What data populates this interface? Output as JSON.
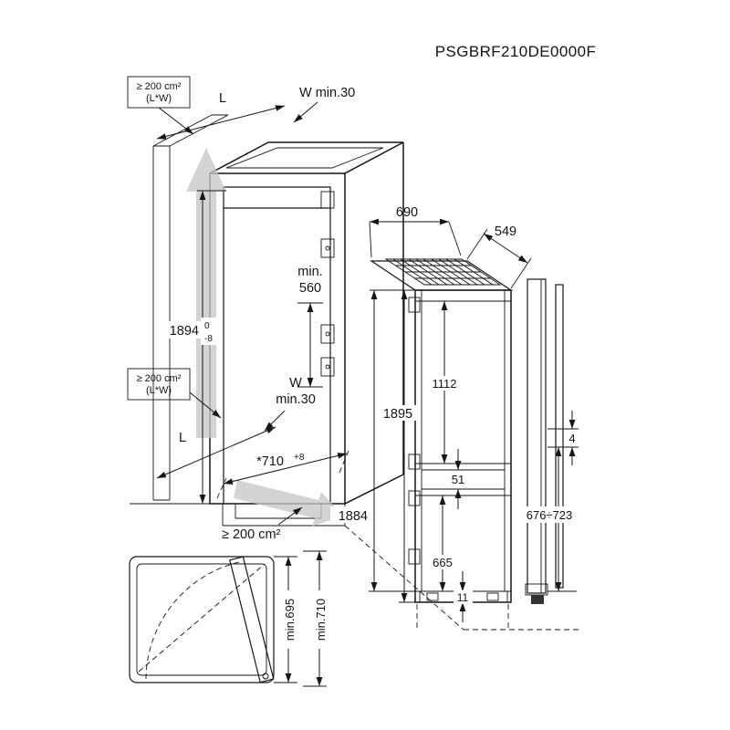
{
  "title": "PSGBRF210DE0000F",
  "colors": {
    "line": "#161616",
    "airflow_arrow": "#c6c6c6"
  },
  "ventilation": {
    "top_area_line1": "≥ 200 cm²",
    "top_area_line2": "(L*W)",
    "mid_area_line1": "≥ 200 cm²",
    "mid_area_line2": "(L*W)",
    "bottom_area": "≥ 200 cm²",
    "depth_label_top": "L",
    "depth_label_bottom": "L",
    "wall_gap_top": "W min.30",
    "wall_gap_mid_line1": "W",
    "wall_gap_mid_line2": "min.30"
  },
  "niche": {
    "depth_line1": "min.",
    "depth_line2": "560",
    "height": "1894",
    "height_tol_upper": "0",
    "height_tol_lower": "-8",
    "width": "*710",
    "width_tol": "+8"
  },
  "appliance": {
    "top_depth": "690",
    "top_width": "549",
    "height": "1895",
    "height_installed": "1884",
    "upper_door_height": "1112",
    "door_gap": "51",
    "lower_door_height": "665",
    "bottom_clearance": "11"
  },
  "panel": {
    "gap": "4",
    "mount_range": "676÷723"
  },
  "door_swing": {
    "min_width_inner": "min.695",
    "min_width_outer": "min.710"
  }
}
